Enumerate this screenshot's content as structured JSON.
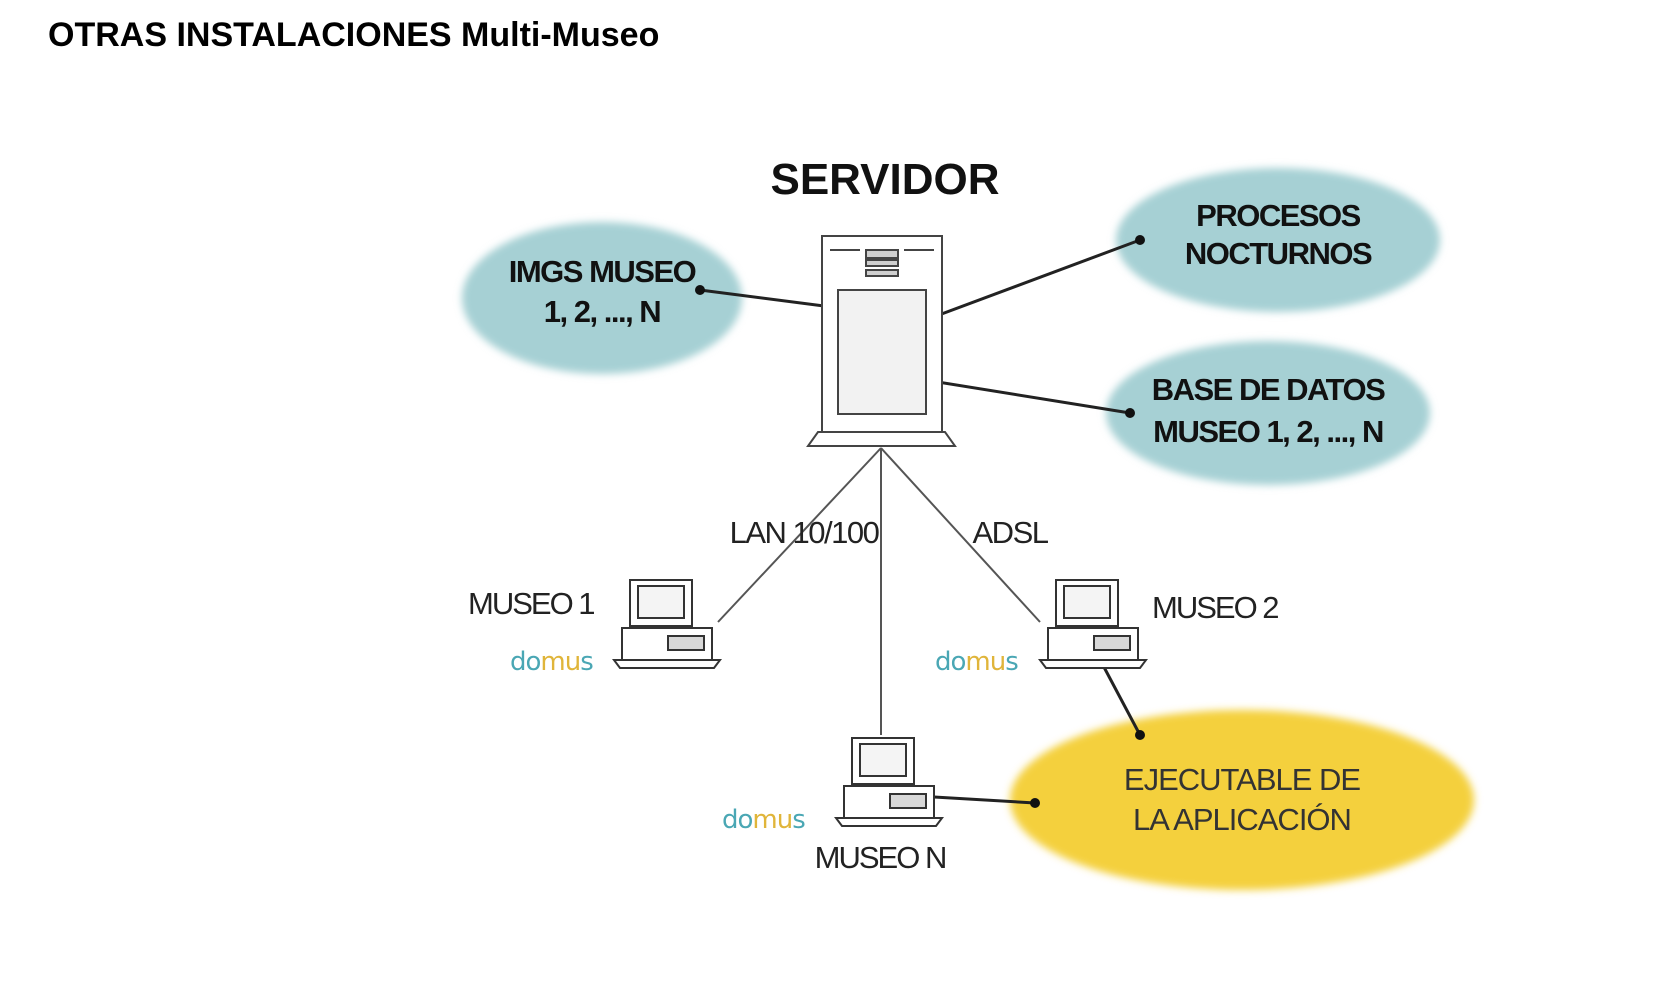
{
  "title": "OTRAS INSTALACIONES Multi-Museo",
  "server": {
    "label": "SERVIDOR"
  },
  "bubbles": {
    "imgs": {
      "line1": "IMGS MUSEO",
      "line2": "1, 2, ..., N"
    },
    "procesos": {
      "line1": "PROCESOS",
      "line2": "NOCTURNOS"
    },
    "base": {
      "line1": "BASE DE DATOS",
      "line2": "MUSEO 1, 2, ..., N"
    },
    "ejecutable": {
      "line1": "EJECUTABLE  DE",
      "line2": "LA  APLICACIÓN"
    }
  },
  "links": {
    "lan": "LAN 10/100",
    "adsl": "ADSL"
  },
  "clients": {
    "museo1": "MUSEO  1",
    "museo2": "MUSEO  2",
    "museoN": "MUSEO  N"
  },
  "logo": {
    "part1": "do",
    "part2": "mu",
    "part3": "s"
  },
  "colors": {
    "bubble_blue": "#a6d0d4",
    "bubble_yellow": "#f4d03c",
    "logo_teal": "#4aa7b4",
    "logo_gold": "#e0b53a",
    "line": "#555555"
  }
}
